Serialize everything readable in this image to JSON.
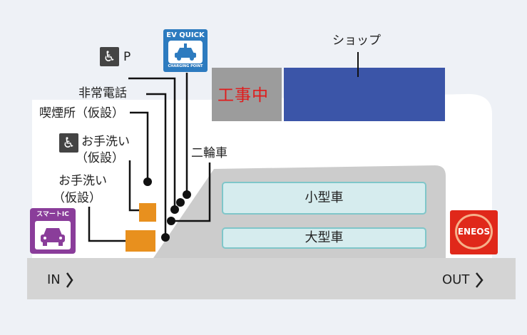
{
  "map": {
    "labels": {
      "ev_title": "EV QUICK",
      "ev_sub": "CHARGING POINT",
      "parking": "P",
      "shop": "ショップ",
      "construction": "工事中",
      "emergency_phone": "非常電話",
      "smoking": "喫煙所（仮設）",
      "accessible_toilet_line1": "お手洗い",
      "accessible_toilet_line2": "（仮設）",
      "toilet_line1": "お手洗い",
      "toilet_line2": "（仮設）",
      "motorcycle": "二輪車",
      "small_car": "小型車",
      "large_car": "大型車",
      "smart_ic": "スマートIC",
      "eneos": "ENEOS",
      "in": "IN",
      "out": "OUT"
    },
    "colors": {
      "shop": "#3b55a8",
      "construction_bg": "#9c9c9c",
      "construction_text": "#e01c1c",
      "parking_lane": "#d6ecee",
      "parking_lane_border": "#7fc6c9",
      "pad": "#cccccc",
      "toilet": "#e8901e",
      "smart_ic": "#8a3d9a",
      "ev": "#2d7bbf",
      "eneos": "#e0281a",
      "road": "#d4d4d4"
    }
  }
}
